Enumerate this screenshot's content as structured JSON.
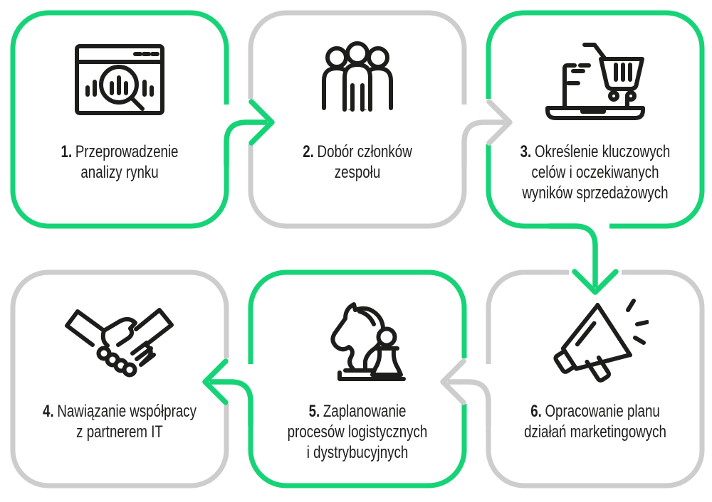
{
  "diagram_title": "",
  "colors": {
    "green": "#16d377",
    "gray": "#cdcdcd",
    "ink": "#1d1d1b",
    "background": "#ffffff"
  },
  "steps": [
    {
      "num": "1.",
      "lines": [
        "Przeprowadzenie",
        "analizy rynku"
      ],
      "icon": "market-analysis-icon",
      "accent": "green"
    },
    {
      "num": "2.",
      "lines": [
        "Dobór członków",
        "zespołu"
      ],
      "icon": "team-members-icon",
      "accent": "gray"
    },
    {
      "num": "3.",
      "lines": [
        "Określenie kluczowych",
        "celów i oczekiwanych",
        "wyników sprzedażowych"
      ],
      "icon": "ecommerce-laptop-cart-icon",
      "accent": "green"
    },
    {
      "num": "4.",
      "lines": [
        "Nawiązanie współpracy",
        "z partnerem IT"
      ],
      "icon": "handshake-icon",
      "accent": "gray"
    },
    {
      "num": "5.",
      "lines": [
        "Zaplanowanie",
        "procesów logistycznych",
        "i dystrybucyjnych"
      ],
      "icon": "chess-strategy-icon",
      "accent": "green"
    },
    {
      "num": "6.",
      "lines": [
        "Opracowanie planu",
        "działań marketingowych"
      ],
      "icon": "megaphone-icon",
      "accent": "gray"
    }
  ],
  "arrows": [
    {
      "from": "1",
      "to": "2",
      "color": "green",
      "direction": "right"
    },
    {
      "from": "2",
      "to": "3",
      "color": "gray",
      "direction": "right"
    },
    {
      "from": "3",
      "to": "6",
      "color": "green",
      "direction": "down"
    },
    {
      "from": "6",
      "to": "5",
      "color": "gray",
      "direction": "left"
    },
    {
      "from": "5",
      "to": "4",
      "color": "green",
      "direction": "left"
    }
  ]
}
